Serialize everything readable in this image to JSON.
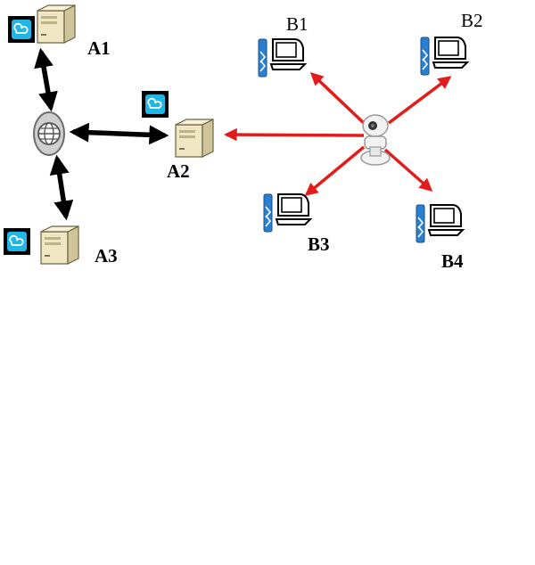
{
  "diagram": {
    "labels": {
      "a1": "A1",
      "a2": "A2",
      "a3": "A3",
      "b1": "B1",
      "b2": "B2",
      "b3": "B3",
      "b4": "B4"
    },
    "colors": {
      "arrow_black": "#000000",
      "arrow_red": "#e41b1b",
      "app_tile": "#1fb6e8",
      "app_tile_border": "#000000",
      "server_body": "#efe6c3",
      "server_side": "#cfc49a",
      "laptop_screen": "#ffffff",
      "phone_blue": "#2a7fd0",
      "globe": "#9a9a9a",
      "camera": "#f2f2f2"
    },
    "icons": {
      "app_badge": "cloud-app-icon",
      "server": "server-computer-icon",
      "globe": "internet-globe-icon",
      "camera": "ip-camera-icon",
      "client": "laptop-computer-icon",
      "phone": "mobile-phone-icon"
    }
  }
}
